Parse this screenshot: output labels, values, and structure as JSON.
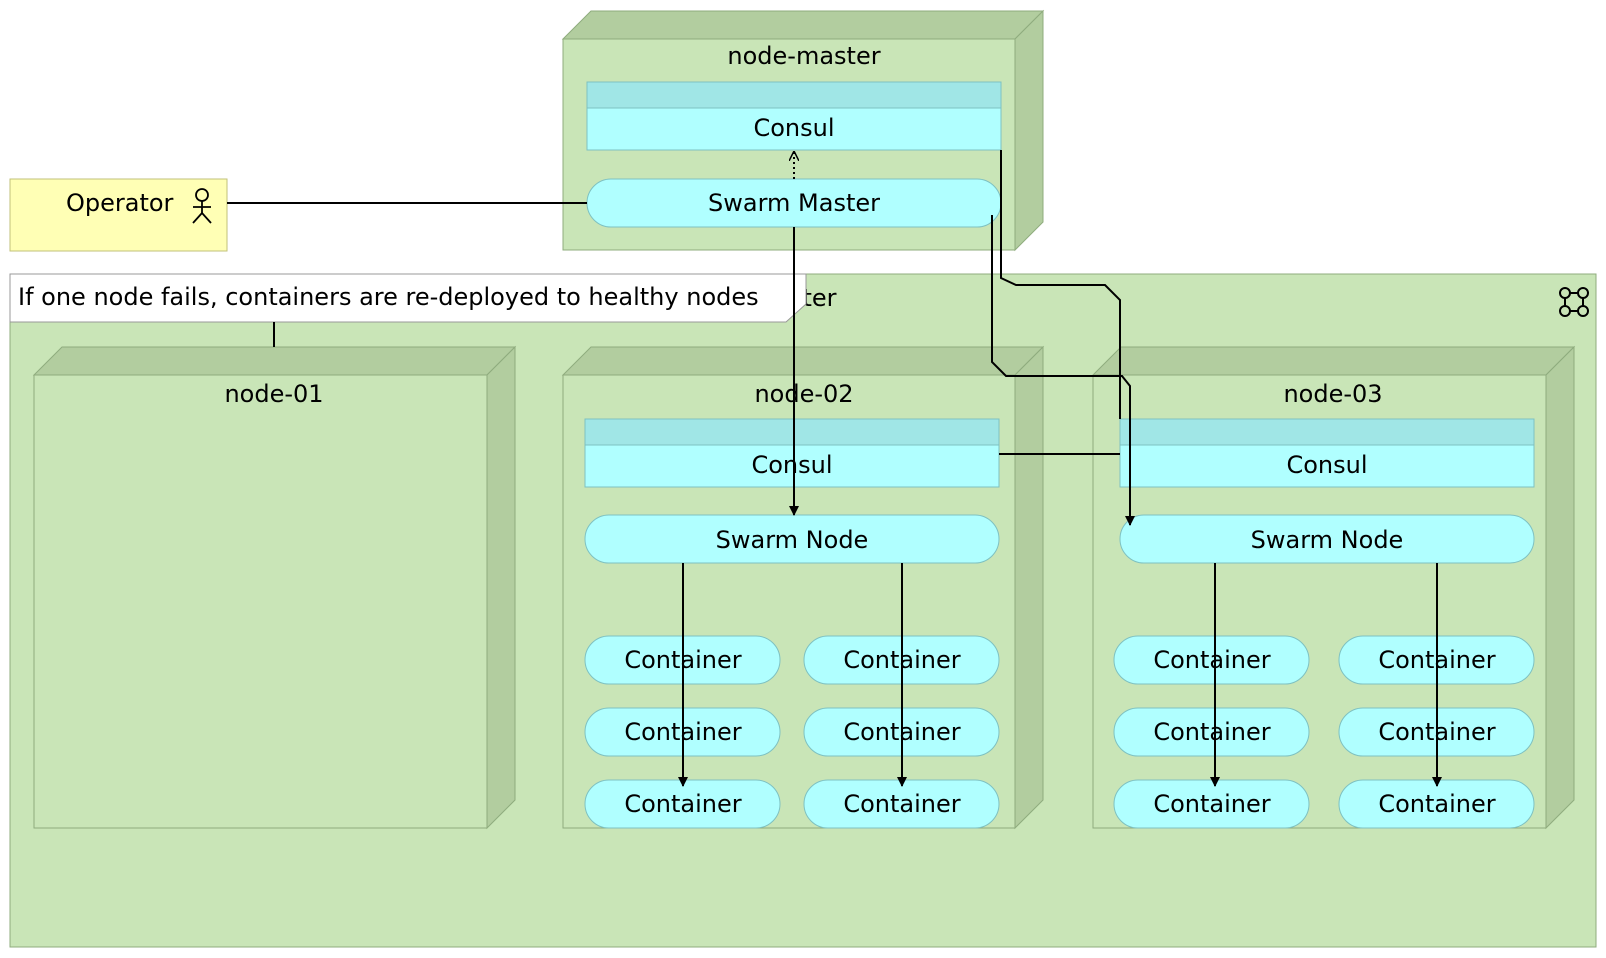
{
  "operator": {
    "label": "Operator",
    "icon": "actor-icon"
  },
  "master_node": {
    "title": "node-master",
    "consul_label": "Consul",
    "swarm_label": "Swarm Master"
  },
  "cluster": {
    "title_visible_fragment": "ster",
    "icon": "network-icon",
    "note": "If one node fails, containers are re-deployed to healthy nodes"
  },
  "nodes": [
    {
      "title": "node-01"
    },
    {
      "title": "node-02",
      "consul_label": "Consul",
      "swarm_label": "Swarm Node",
      "containers": [
        "Container",
        "Container",
        "Container",
        "Container",
        "Container",
        "Container"
      ]
    },
    {
      "title": "node-03",
      "consul_label": "Consul",
      "swarm_label": "Swarm Node",
      "containers": [
        "Container",
        "Container",
        "Container",
        "Container",
        "Container",
        "Container"
      ]
    }
  ],
  "colors": {
    "node_face": "#c9e5b7",
    "node_side": "#b2cd9f",
    "node_stroke": "#8fac7e",
    "service_fill": "#b0ffff",
    "service_header": "#a0e6e6",
    "service_stroke": "#7ec1c1",
    "actor_fill": "#ffffb5",
    "actor_stroke": "#c2c27a",
    "note_fill": "#ffffff",
    "line": "#000000"
  }
}
